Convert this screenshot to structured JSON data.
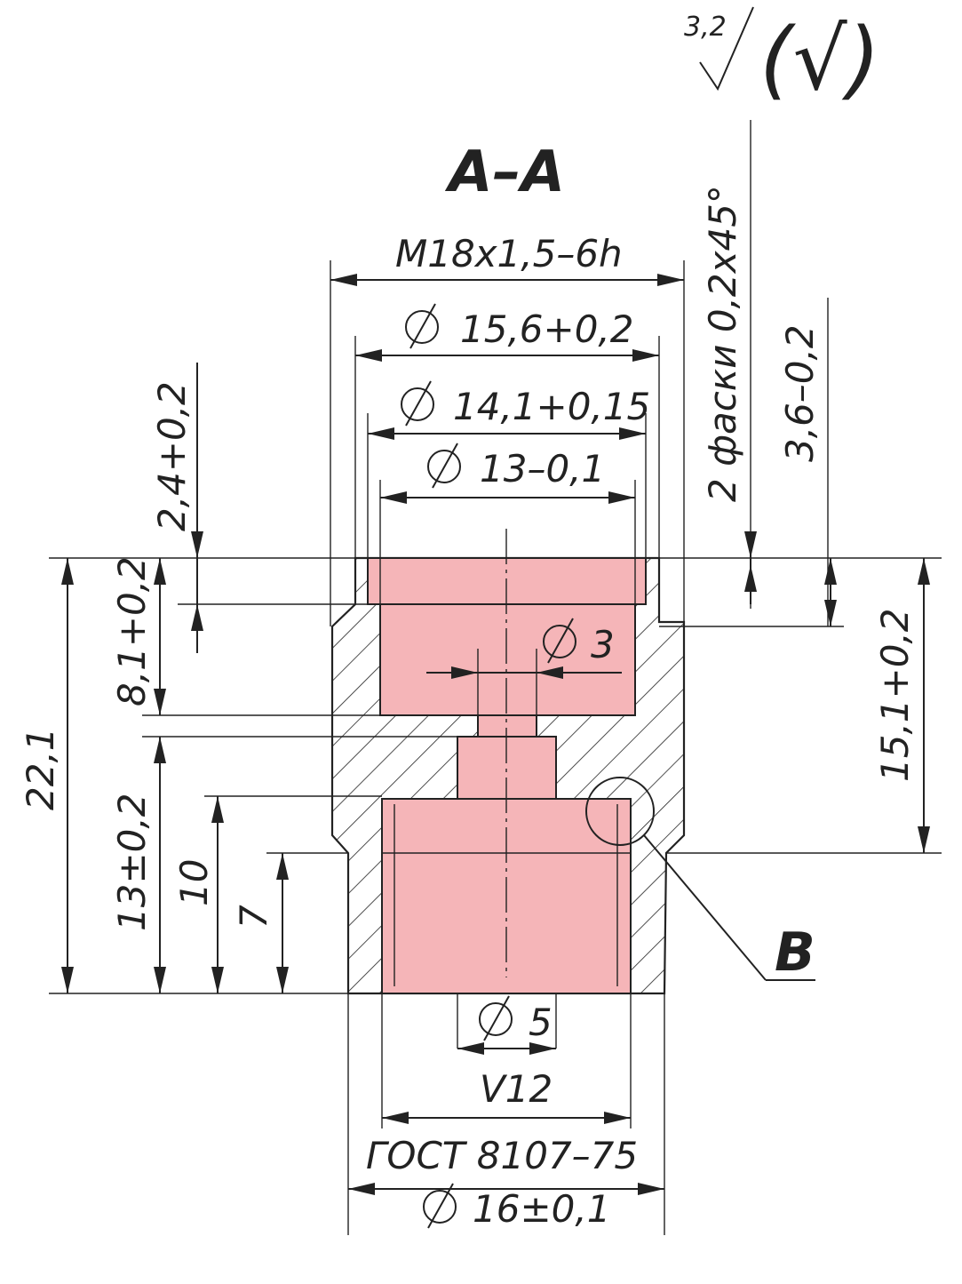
{
  "section_title": "А–А",
  "roughness": {
    "value": "3,2",
    "other_mark": "(√)"
  },
  "dimensions": {
    "thread": "М18x1,5–6h",
    "d_bore_outer": "15,6+0,2",
    "d_bore_mid": "14,1+0,15",
    "d_bore_inner": "13–0,1",
    "d_hole_small": "3",
    "d_hole_bottom": "5",
    "d_outer": "16±0,1",
    "depth_top": "2,4+0,2",
    "depth_bore": "8,1+0,2",
    "length_total": "22,1",
    "length_lower": "13±0,2",
    "length_10": "10",
    "length_7": "7",
    "chamfer_note": "2 фаски 0,2x45°",
    "height_thread": "3,6–0,2",
    "height_thread_len": "15,1+0,2",
    "undercut": "V12",
    "standard": "ГОСТ 8107–75",
    "detail_label": "В"
  },
  "colors": {
    "cavity_fill": "#f5b5b8",
    "line": "#222222"
  }
}
